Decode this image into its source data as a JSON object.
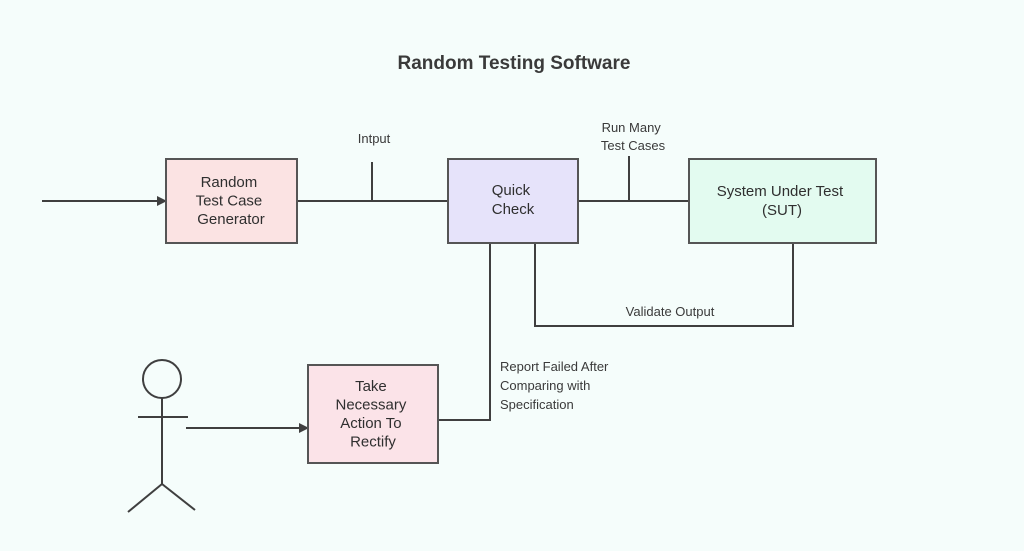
{
  "title": "Random Testing Software",
  "nodes": {
    "generator": {
      "lines": [
        "Random",
        "Test Case",
        "Generator"
      ],
      "fill": "#fbe3e3"
    },
    "quickcheck": {
      "lines": [
        "Quick",
        "Check"
      ],
      "fill": "#e6e3fa"
    },
    "sut": {
      "lines": [
        "System Under Test",
        "(SUT)"
      ],
      "fill": "#e3fbf0"
    },
    "rectify": {
      "lines": [
        "Take",
        "Necessary",
        "Action To",
        "Rectify"
      ],
      "fill": "#fbe3e8"
    }
  },
  "edge_labels": {
    "input": [
      "Intput"
    ],
    "run_many": [
      "Run Many",
      "Test Cases"
    ],
    "validate": [
      "Validate Output"
    ],
    "report": [
      "Report Failed After",
      "Comparing with",
      "Specification"
    ]
  },
  "colors": {
    "background": "#f5fdfb",
    "line": "#3f3f3f"
  }
}
